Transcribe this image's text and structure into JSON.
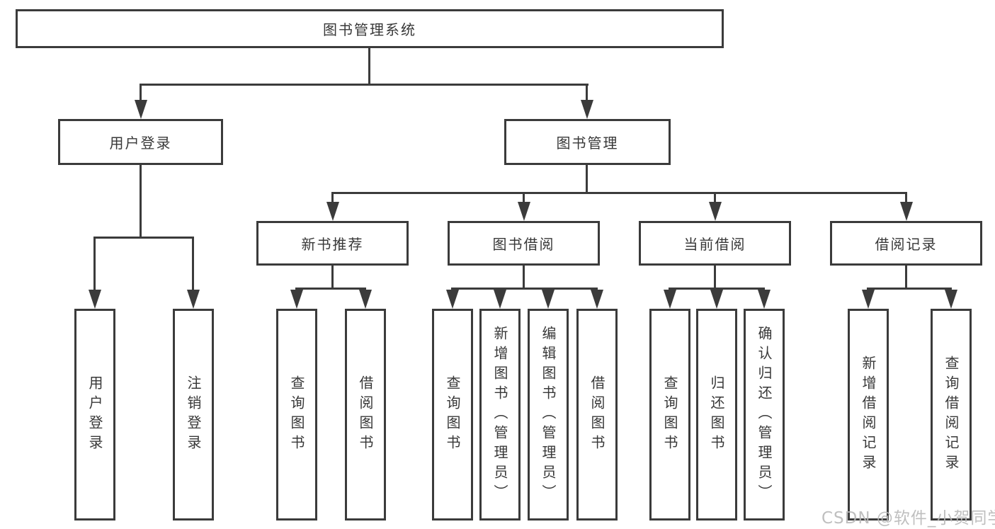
{
  "diagram": {
    "title": "图书管理系统",
    "type": "hierarchy-tree",
    "colors": {
      "line": "#3b3b3b",
      "box_border": "#3b3b3b",
      "box_fill": "#ffffff",
      "text": "#383838",
      "watermark": "#b9b9b9"
    },
    "watermark": "CSDN @软件_小贺同学"
  },
  "nodes": {
    "root": {
      "label": "图书管理系统"
    },
    "level2": {
      "user_login": {
        "label": "用户登录"
      },
      "book_management": {
        "label": "图书管理"
      }
    },
    "level3": {
      "new_book": {
        "label": "新书推荐"
      },
      "book_borrow": {
        "label": "图书借阅"
      },
      "current_borrow": {
        "label": "当前借阅"
      },
      "borrow_records": {
        "label": "借阅记录"
      }
    },
    "leaves": {
      "user_login": [
        "用户登录",
        "注销登录"
      ],
      "new_book": [
        "查询图书",
        "借阅图书"
      ],
      "book_borrow": [
        "查询图书",
        "新增图书（管理员）",
        "编辑图书（管理员）",
        "借阅图书"
      ],
      "current_borrow": [
        "查询图书",
        "归还图书",
        "确认归还（管理员）"
      ],
      "borrow_records": [
        "新增借阅记录",
        "查询借阅记录"
      ]
    }
  }
}
